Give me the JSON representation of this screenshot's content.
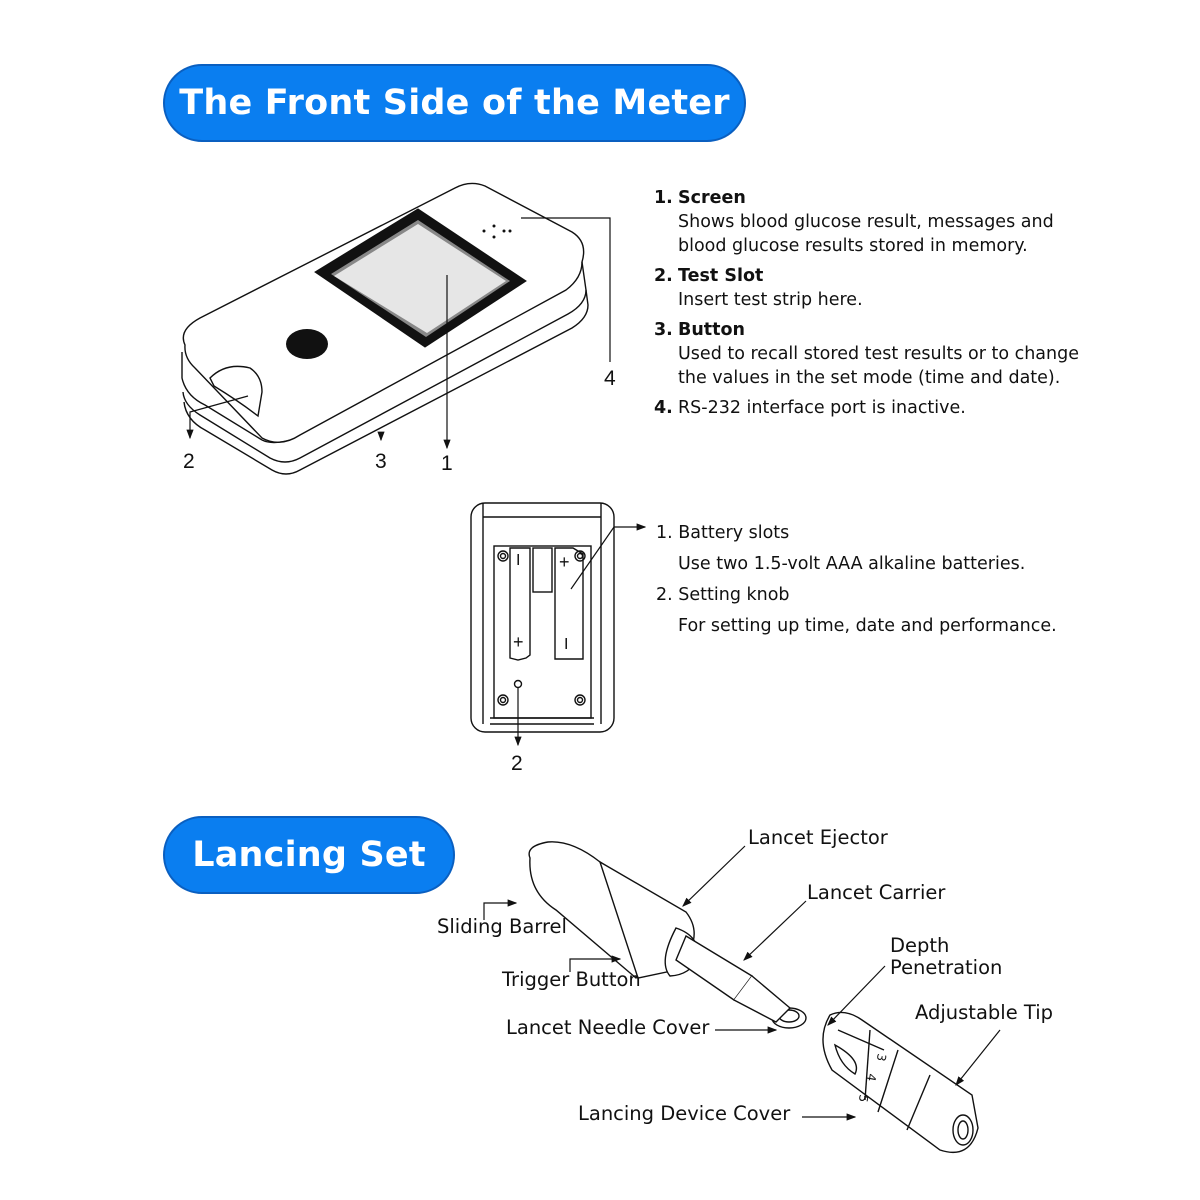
{
  "sections": {
    "front": {
      "title": "The Front Side of the Meter"
    },
    "lancing": {
      "title": "Lancing Set"
    }
  },
  "front_diagram": {
    "callout_numbers": [
      "1",
      "2",
      "3",
      "4"
    ]
  },
  "front_legend": {
    "items": [
      {
        "num": "1.",
        "title": "Screen",
        "desc": [
          "Shows blood glucose result, messages and",
          "blood glucose results stored in memory."
        ]
      },
      {
        "num": "2.",
        "title": "Test Slot",
        "desc": [
          "Insert test strip here."
        ]
      },
      {
        "num": "3.",
        "title": "Button",
        "desc": [
          "Used to recall stored test results or to change",
          "the values in the set mode (time and date)."
        ]
      },
      {
        "num": "4.",
        "title": "",
        "desc": [
          "RS-232 interface port is inactive."
        ]
      }
    ]
  },
  "back_diagram": {
    "callout_number": "2",
    "battery_marks": {
      "left_top": "I",
      "left_bottom": "+",
      "right_top": "+",
      "right_bottom": "I"
    }
  },
  "back_legend": {
    "items": [
      {
        "num": "1.",
        "title": "Battery slots",
        "desc": "Use two 1.5-volt AAA alkaline batteries."
      },
      {
        "num": "2.",
        "title": "Setting knob",
        "desc": "For setting up time, date and performance."
      }
    ]
  },
  "lancing_labels": {
    "lancet_ejector": "Lancet Ejector",
    "lancet_carrier": "Lancet Carrier",
    "sliding_barrel": "Sliding Barrel",
    "trigger_button": "Trigger Button",
    "depth_penetration_1": "Depth",
    "depth_penetration_2": "Penetration",
    "adjustable_tip": "Adjustable Tip",
    "lancet_needle_cover": "Lancet Needle Cover",
    "lancing_device_cover": "Lancing Device Cover",
    "depth_marks": [
      "3",
      "4",
      "5"
    ]
  },
  "colors": {
    "banner_blue": "#0a7ef0",
    "banner_border": "#0a5fc0",
    "line": "#111111",
    "screen_gray": "#e6e6e6"
  }
}
